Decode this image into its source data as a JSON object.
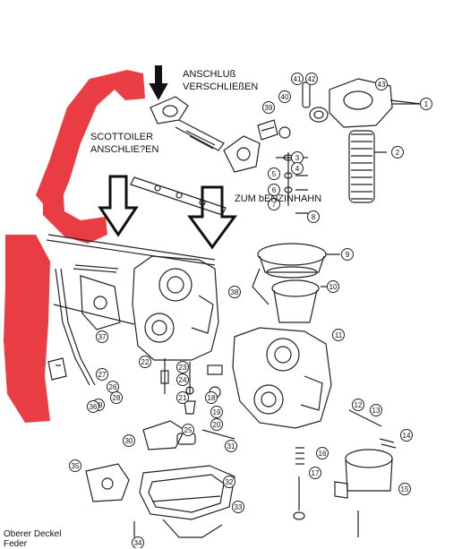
{
  "annotations": {
    "anschluss_line1": "ANSCHLUß",
    "anschluss_line2": "VERSCHLIEßEN",
    "scottoiler_line1": "SCOTTOILER",
    "scottoiler_line2": "ANSCHLIE?EN",
    "zum_benzinhahn": "ZUM bENZINHAHN"
  },
  "corner_label": {
    "line1": "Oberer Deckel",
    "line2": "Feder"
  },
  "part_numbers": [
    "1",
    "2",
    "3",
    "4",
    "5",
    "6",
    "7",
    "8",
    "9",
    "10",
    "11",
    "12",
    "13",
    "14",
    "15",
    "16",
    "17",
    "18",
    "19",
    "20",
    "21",
    "22",
    "23",
    "24",
    "25",
    "26",
    "27",
    "28",
    "29",
    "30",
    "31",
    "32",
    "33",
    "34",
    "35",
    "36",
    "37",
    "38",
    "39",
    "40",
    "41",
    "42",
    "43"
  ],
  "colors": {
    "highlight": "#e8232a",
    "line": "#222222",
    "arrow": "#111111"
  },
  "icons": [
    "down-arrow-icon"
  ]
}
